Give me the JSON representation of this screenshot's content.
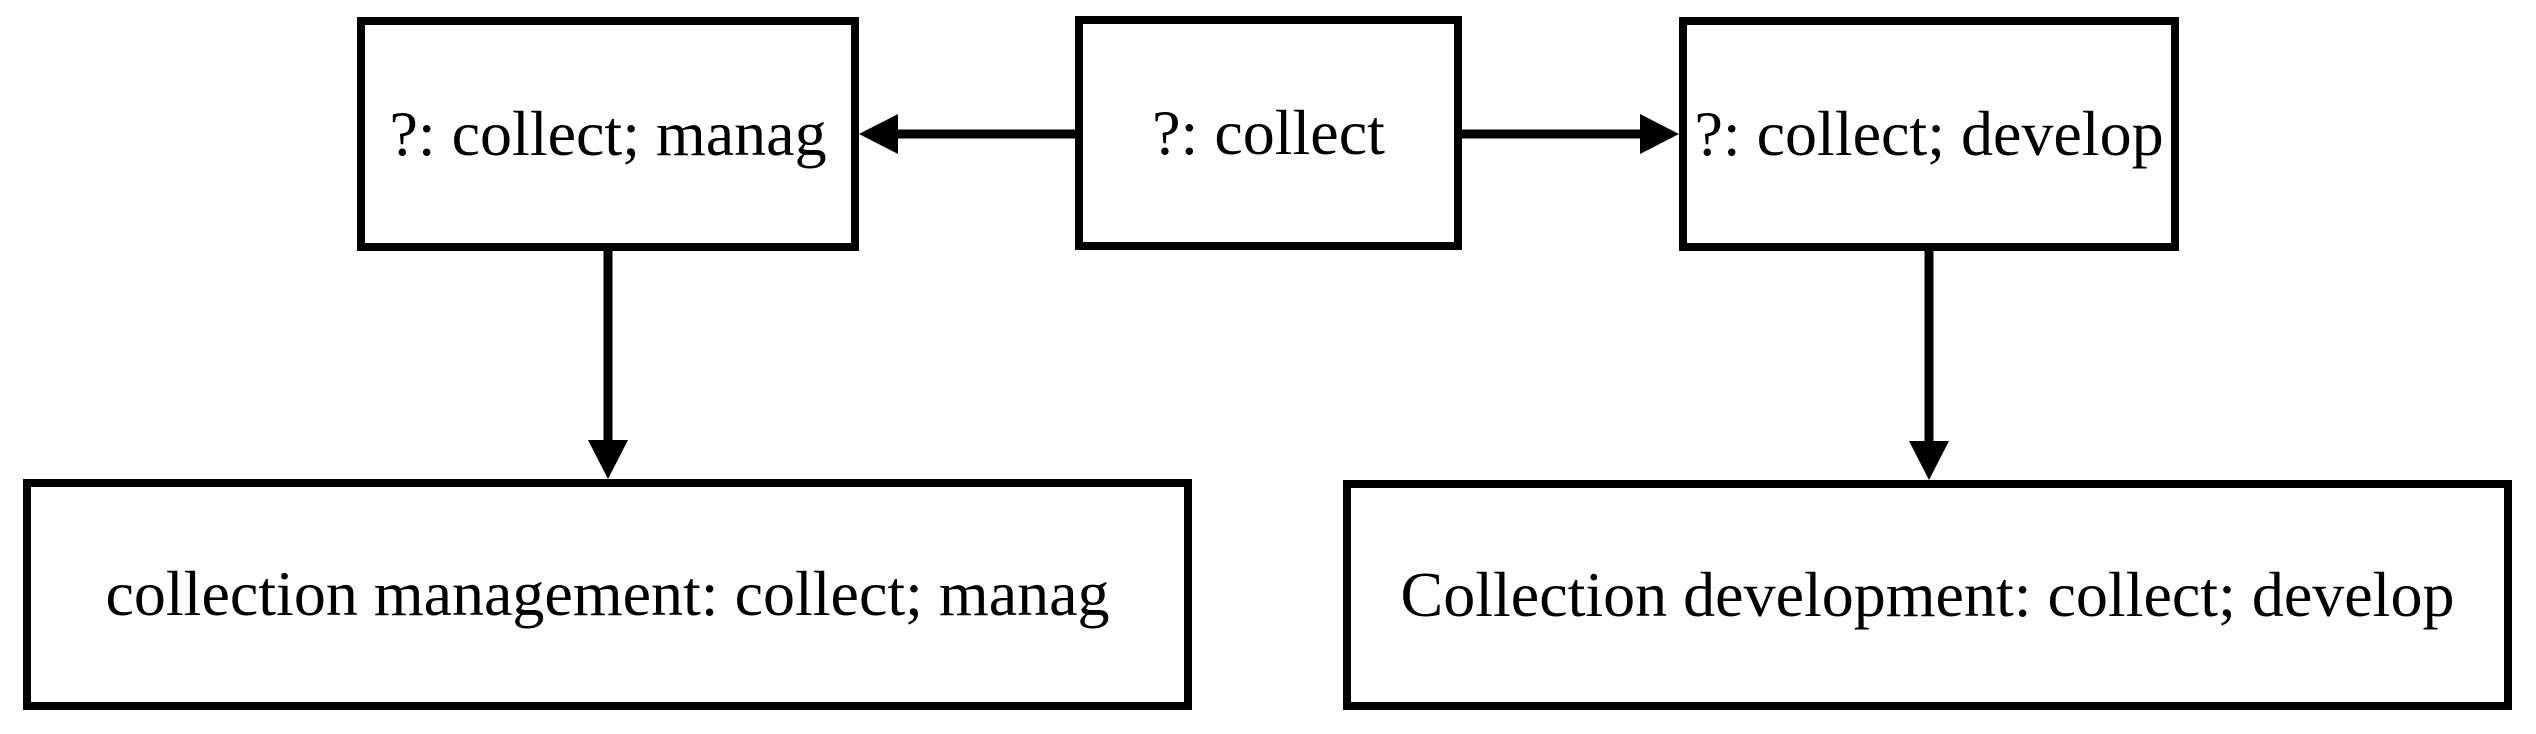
{
  "colors": {
    "bg": "#ffffff",
    "line": "#000000",
    "text": "#000000"
  },
  "diagram": {
    "description": "Concept derivation diagram: a query box points to two refined query boxes, each pointing down to a full concept label box",
    "nodes": [
      {
        "id": "top-left",
        "label": "?: collect; manag"
      },
      {
        "id": "top-center",
        "label": "?: collect"
      },
      {
        "id": "top-right",
        "label": "?: collect; develop"
      },
      {
        "id": "bottom-left",
        "label": "collection management: collect; manag"
      },
      {
        "id": "bottom-right",
        "label": "Collection development: collect; develop"
      }
    ],
    "edges": [
      {
        "from": "top-center",
        "to": "top-left",
        "direction": "left"
      },
      {
        "from": "top-center",
        "to": "top-right",
        "direction": "right"
      },
      {
        "from": "top-left",
        "to": "bottom-left",
        "direction": "down"
      },
      {
        "from": "top-right",
        "to": "bottom-right",
        "direction": "down"
      }
    ]
  }
}
